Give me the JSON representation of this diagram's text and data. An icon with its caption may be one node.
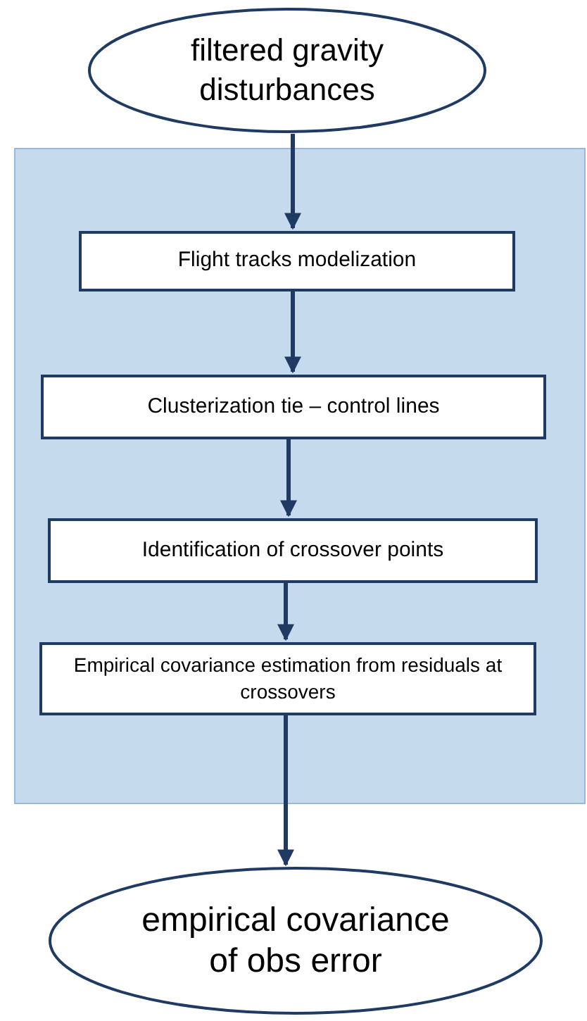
{
  "diagram": {
    "nodes": [
      {
        "text": [
          "filtered gravity disturbances"
        ]
      },
      {
        "text": [],
        "shape": "box"
      },
      {
        "text": [
          "Flight tracks modelization"
        ],
        "in": 1
      },
      {
        "text": [
          "Clusterization tie – control lines"
        ],
        "in": 1
      },
      {
        "text": [
          "Identification of crossover points"
        ],
        "in": 1
      },
      {
        "text": [
          "Empirical covariance estimation from residuals at crossovers"
        ],
        "in": 1
      },
      {
        "text": [
          "empirical covariance of obs error"
        ]
      }
    ],
    "edges": [
      {
        "from": 0,
        "to": 2,
        "arrow": "to"
      },
      {
        "from": 2,
        "to": 3,
        "arrow": "to"
      },
      {
        "from": 3,
        "to": 4,
        "arrow": "to"
      },
      {
        "from": 4,
        "to": 5,
        "arrow": "to"
      },
      {
        "from": 5,
        "to": 6,
        "arrow": "to"
      }
    ]
  }
}
